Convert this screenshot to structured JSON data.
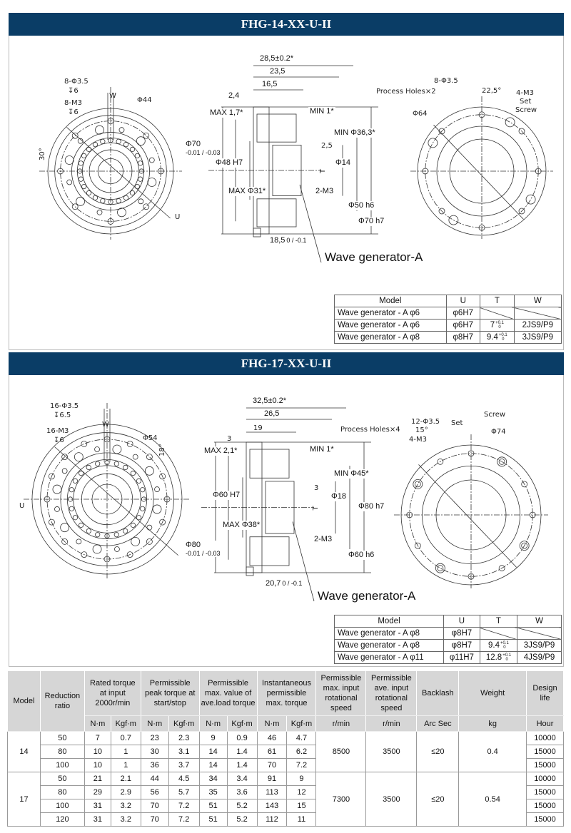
{
  "sections": [
    {
      "title": "FHG-14-XX-U-II",
      "front": {
        "holes1": "8-Φ3.5",
        "depth1": "↧6",
        "holes2": "8-M3",
        "depth2": "↧6",
        "w": "W",
        "dia": "Φ44",
        "angle": "30°",
        "u": "U"
      },
      "side": {
        "d1": "28,5±0.2*",
        "d2": "23,5",
        "d3": "16,5",
        "d4": "2,4",
        "max": "MAX 1,7*",
        "min": "MIN 1*",
        "d5": "2,5",
        "outer": "Φ70",
        "outer_tol": "-0.01 / -0.03",
        "bore": "Φ48 H7",
        "maxd": "MAX Φ31*",
        "t": "T",
        "shaft": "Φ14",
        "mind": "MIN Φ36,3*",
        "h6": "Φ50 h6",
        "h7": "Φ70 h7",
        "screw": "2-M3",
        "len": "18,5",
        "len_tol": "0 / -0.1",
        "wave": "Wave generator-A"
      },
      "rear": {
        "process": "Process Holes×2",
        "holes": "8-Φ3.5",
        "angle": "22,5°",
        "set1": "4-M3",
        "set2": "Set",
        "set3": "Screw",
        "dia": "Φ64"
      },
      "table": {
        "headers": [
          "Model",
          "U",
          "T",
          "W"
        ],
        "rows": [
          {
            "model": "Wave generator -  A φ6",
            "u": "φ6H7",
            "t": "",
            "t_up": "",
            "t_lo": "",
            "w": ""
          },
          {
            "model": "Wave generator -  A φ6",
            "u": "φ6H7",
            "t": "7",
            "t_up": "+0.1",
            "t_lo": "0",
            "w": "2JS9/P9"
          },
          {
            "model": "Wave generator -  A φ8",
            "u": "φ8H7",
            "t": "9.4",
            "t_up": "+0.1",
            "t_lo": "0",
            "w": "3JS9/P9"
          }
        ]
      }
    },
    {
      "title": "FHG-17-XX-U-II",
      "front": {
        "holes1": "16-Φ3.5",
        "depth1": "↧6.5",
        "holes2": "16-M3",
        "depth2": "↧6",
        "w": "W",
        "dia": "Φ54",
        "angle": "18°",
        "u": "U"
      },
      "side": {
        "d1": "32,5±0.2*",
        "d2": "26,5",
        "d3": "19",
        "d4": "3",
        "max": "MAX 2,1*",
        "min": "MIN 1*",
        "d5": "3",
        "outer": "Φ80",
        "outer_tol": "-0.01 / -0.03",
        "bore": "Φ60 H7",
        "maxd": "MAX Φ38*",
        "t": "T",
        "shaft": "Φ18",
        "mind": "MIN Φ45*",
        "h6": "Φ60 h6",
        "h7": "Φ80 h7",
        "screw": "2-M3",
        "len": "20,7",
        "len_tol": "0 / -0.1",
        "wave": "Wave generator-A"
      },
      "rear": {
        "process": "Process Holes×4",
        "holes": "12-Φ3.5",
        "angle": "15°",
        "set1": "4-M3",
        "set2": "Set",
        "set3": "Screw",
        "dia": "Φ74"
      },
      "table": {
        "headers": [
          "Model",
          "U",
          "T",
          "W"
        ],
        "rows": [
          {
            "model": "Wave generator - A φ8",
            "u": "φ8H7",
            "t": "",
            "t_up": "",
            "t_lo": "",
            "w": ""
          },
          {
            "model": "Wave generator - A φ8",
            "u": "φ8H7",
            "t": "9.4",
            "t_up": "+0.1",
            "t_lo": "0",
            "w": "3JS9/P9"
          },
          {
            "model": "Wave generator - A φ11",
            "u": "φ11H7",
            "t": "12.8",
            "t_up": "+0.1",
            "t_lo": "0",
            "w": "4JS9/P9"
          }
        ]
      }
    }
  ],
  "spec": {
    "headers": {
      "model": "Model",
      "ratio": "Reduction ratio",
      "rated": "Rated torque at input 2000r/min",
      "peak": "Permissible peak torque at start/stop",
      "ave": "Permissible max. value of ave.load torque",
      "inst": "Instantaneous permissible max. torque",
      "maxspeed": "Permissible max. input rotational speed",
      "avespeed": "Permissible ave. input rotational speed",
      "backlash": "Backlash",
      "weight": "Weight",
      "life": "Design life"
    },
    "units": {
      "nm": "N·m",
      "kgf": "Kgf·m",
      "rmin1": "r/min",
      "rmin2": "r/min",
      "arc": "Arc Sec",
      "kg": "kg",
      "hour": "Hour"
    },
    "groups": [
      {
        "model": "14",
        "maxspeed": "8500",
        "avespeed": "3500",
        "backlash": "≤20",
        "weight": "0.4",
        "rows": [
          [
            "50",
            "7",
            "0.7",
            "23",
            "2.3",
            "9",
            "0.9",
            "46",
            "4.7",
            "10000"
          ],
          [
            "80",
            "10",
            "1",
            "30",
            "3.1",
            "14",
            "1.4",
            "61",
            "6.2",
            "15000"
          ],
          [
            "100",
            "10",
            "1",
            "36",
            "3.7",
            "14",
            "1.4",
            "70",
            "7.2",
            "15000"
          ]
        ]
      },
      {
        "model": "17",
        "maxspeed": "7300",
        "avespeed": "3500",
        "backlash": "≤20",
        "weight": "0.54",
        "rows": [
          [
            "50",
            "21",
            "2.1",
            "44",
            "4.5",
            "34",
            "3.4",
            "91",
            "9",
            "10000"
          ],
          [
            "80",
            "29",
            "2.9",
            "56",
            "5.7",
            "35",
            "3.6",
            "113",
            "12",
            "15000"
          ],
          [
            "100",
            "31",
            "3.2",
            "70",
            "7.2",
            "51",
            "5.2",
            "143",
            "15",
            "15000"
          ],
          [
            "120",
            "31",
            "3.2",
            "70",
            "7.2",
            "51",
            "5.2",
            "112",
            "11",
            "15000"
          ]
        ]
      }
    ]
  },
  "colors": {
    "header": "#0a3d66",
    "table_header": "#d6d6d6"
  }
}
